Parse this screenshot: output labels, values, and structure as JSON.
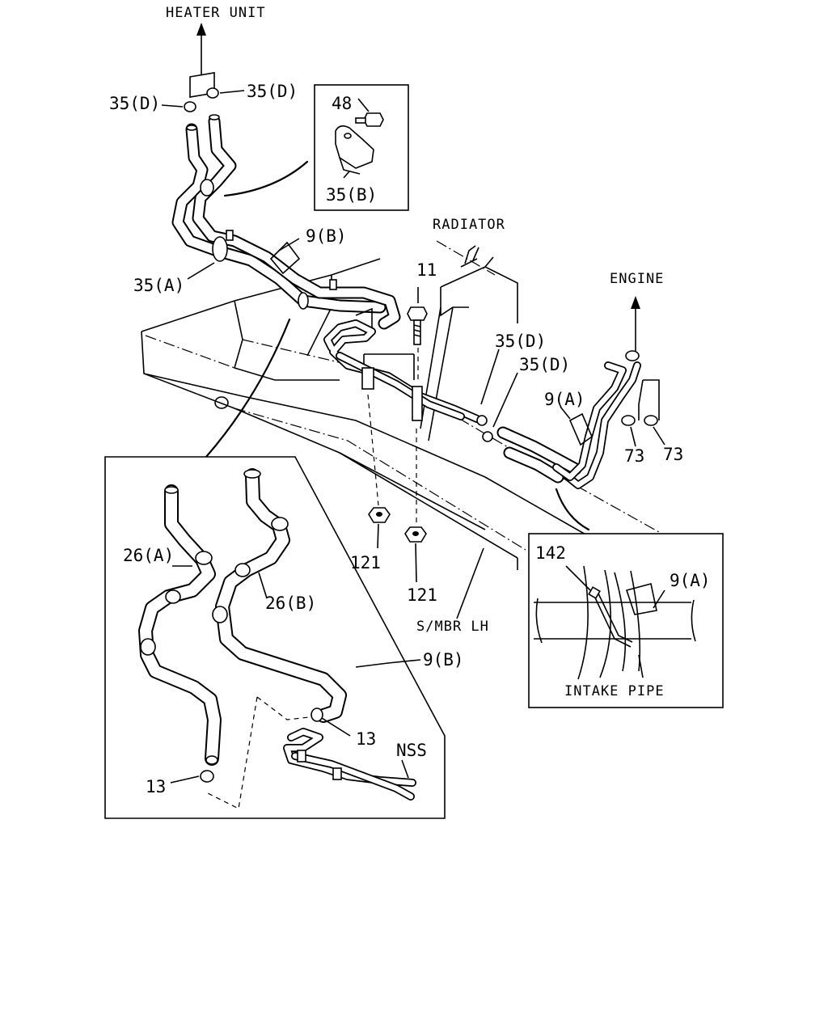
{
  "labels": {
    "heater_unit": "HEATER UNIT",
    "radiator": "RADIATOR",
    "engine": "ENGINE",
    "s_mbr_lh": "S/MBR LH",
    "intake_pipe": "INTAKE PIPE",
    "nss": "NSS",
    "p35d_top_left": "35(D)",
    "p35d_top_right": "35(D)",
    "p48": "48",
    "p35b": "35(B)",
    "p9b_main": "9(B)",
    "p35a": "35(A)",
    "p11": "11",
    "p35d_mid_1": "35(D)",
    "p35d_mid_2": "35(D)",
    "p9a_main": "9(A)",
    "p73_left": "73",
    "p73_right": "73",
    "p121_left": "121",
    "p121_right": "121",
    "p142": "142",
    "p9a_inset": "9(A)",
    "p26a": "26(A)",
    "p26b": "26(B)",
    "p9b_inset": "9(B)",
    "p13_right": "13",
    "p13_left": "13"
  }
}
